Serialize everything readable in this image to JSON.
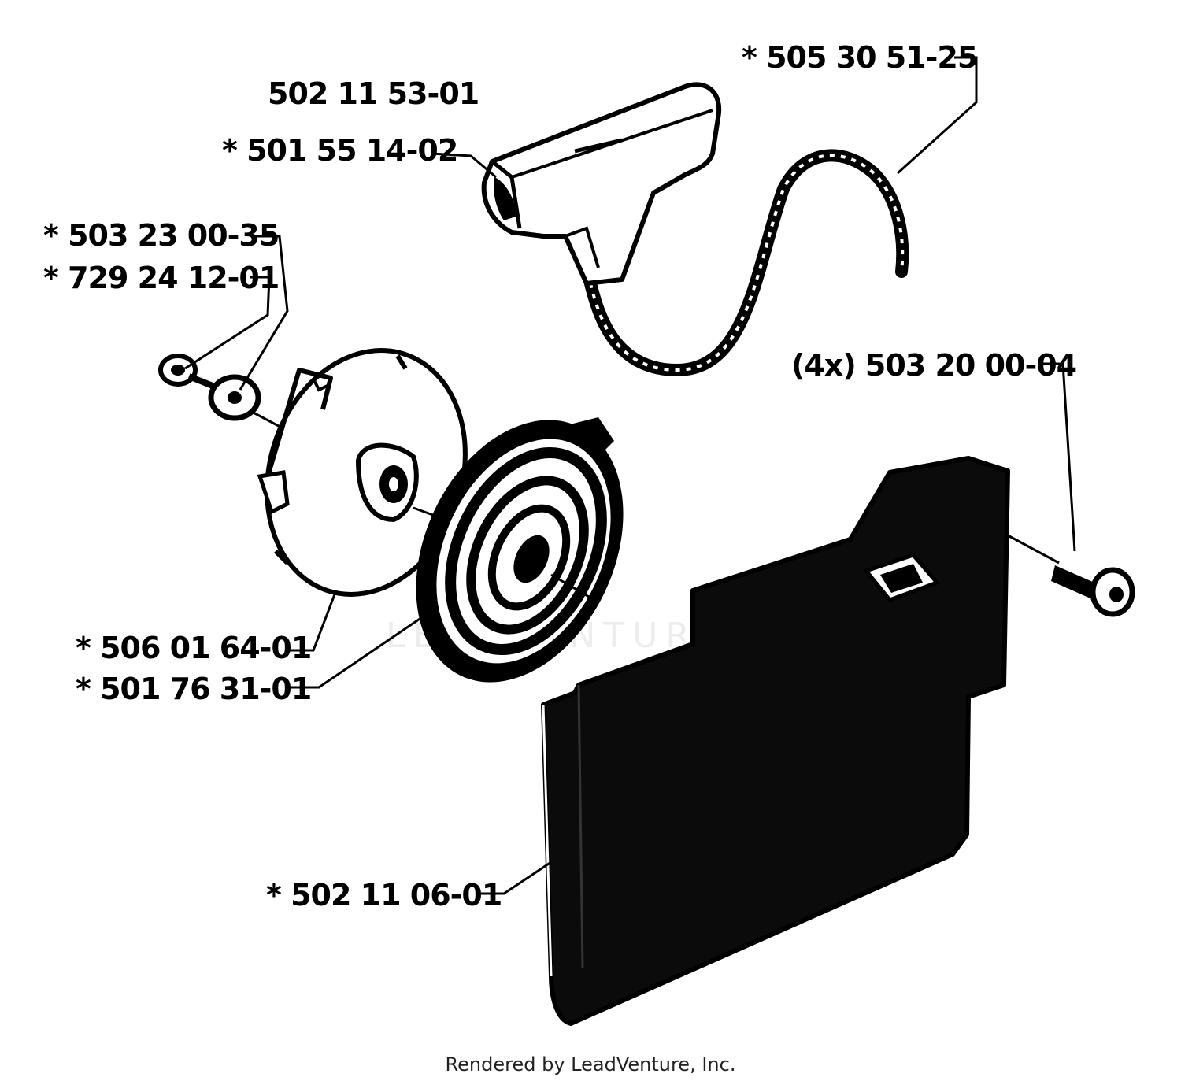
{
  "parts": [
    {
      "id": "handle_insert",
      "label": "502 11 53-01"
    },
    {
      "id": "handle",
      "label": "* 501 55 14-02"
    },
    {
      "id": "rope",
      "label": "* 505 30 51-25"
    },
    {
      "id": "screw",
      "label": "* 503 23 00-35"
    },
    {
      "id": "washer",
      "label": "* 729 24 12-01"
    },
    {
      "id": "pulley",
      "label": "* 506 01 64-01"
    },
    {
      "id": "spring",
      "label": "* 501 76 31-01"
    },
    {
      "id": "cover_screw",
      "label": "(4x) 503 20 00-04"
    },
    {
      "id": "starter_housing",
      "label": "* 502 11 06-01"
    }
  ],
  "watermark": "LEADVENTURE",
  "footer": "Rendered by LeadVenture, Inc."
}
